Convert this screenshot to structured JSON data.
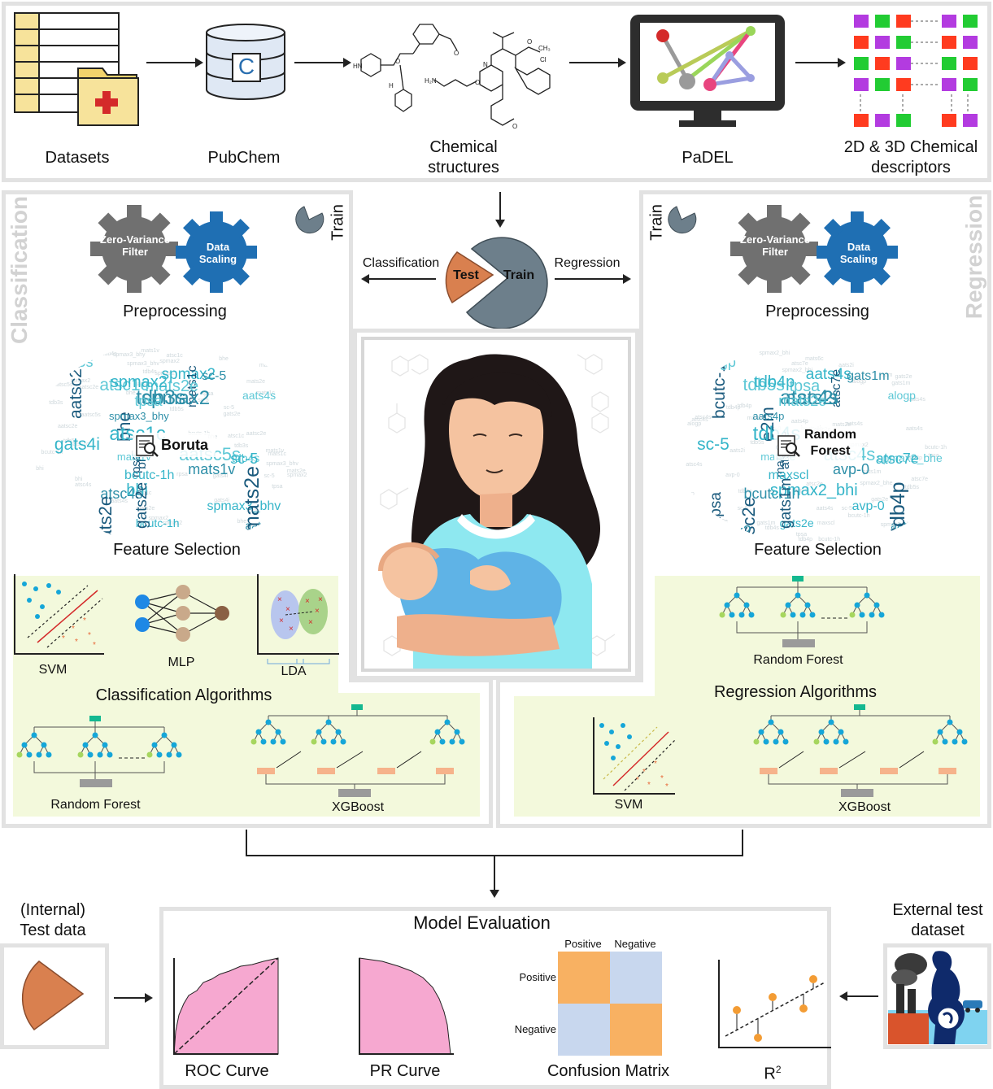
{
  "top": {
    "datasets": "Datasets",
    "pubchem": "PubChem",
    "pubchem_letter": "C",
    "chem_line1": "Chemical",
    "chem_line2": "structures",
    "padel": "PaDEL",
    "desc_line1": "2D & 3D Chemical",
    "desc_line2": "descriptors"
  },
  "split": {
    "classification": "Classification",
    "regression": "Regression",
    "test": "Test",
    "train": "Train"
  },
  "left": {
    "side_title": "Classification",
    "train": "Train",
    "gear1": "Zero-Variance Filter",
    "gear2": "Data Scaling",
    "preprocessing": "Preprocessing",
    "selector": "Boruta",
    "feature_selection": "Feature Selection",
    "svm": "SVM",
    "mlp": "MLP",
    "lda": "LDA",
    "algorithms": "Classification Algorithms",
    "rf": "Random Forest",
    "xgb": "XGBoost"
  },
  "right": {
    "side_title": "Regression",
    "train": "Train",
    "gear1": "Zero-Variance Filter",
    "gear2": "Data Scaling",
    "preprocessing": "Preprocessing",
    "selector_line1": "Random",
    "selector_line2": "Forest",
    "feature_selection": "Feature Selection",
    "rf": "Random Forest",
    "algorithms": "Regression Algorithms",
    "svm": "SVM",
    "xgb": "XGBoost"
  },
  "wordcloud_left": [
    "spmax2",
    "bhe",
    "tdb4s",
    "atsc4s",
    "gats4i",
    "mats1c",
    "mats2e",
    "aatsc2e",
    "bcutc-1h",
    "rpsa",
    "atsc1c",
    "tdb3s",
    "spmax2",
    "bhe",
    "aats4s",
    "spmax2",
    "bhi",
    "aatsc2e",
    "tdb5s",
    "mats1v",
    "atsc1c",
    "gats2e",
    "tpsa",
    "sc-5",
    "spmax3_bhv",
    "mats2e",
    "aatsc5s",
    "spmax3_bhy",
    "bcutc-1h",
    "gats2e",
    "mats1v",
    "tdb4s",
    "sc-5"
  ],
  "wordcloud_right": [
    "aats4s",
    "atsc2e",
    "spmax2_bhe",
    "bcutc-1h",
    "sc-5",
    "atsc7e",
    "tpsa",
    "aats4s",
    "gats2e",
    "mats6c",
    "tdb5s",
    "atsc4s",
    "tdb4p",
    "e2m",
    "alogp",
    "aats2i",
    "spmax2_bhi",
    "bcutc-1h",
    "alogp",
    "avp-0",
    "tdb4s",
    "gats1m",
    "mats2e",
    "gats1m",
    "avp-0",
    "tdb4p",
    "atsc4s",
    "aats4p",
    "maxscl",
    "atsc2e",
    "mats2e",
    "spmax2",
    "atsc7e",
    "tpsa"
  ],
  "evaluation": {
    "title": "Model Evaluation",
    "internal_line1": "(Internal)",
    "internal_line2": "Test data",
    "external_line1": "External test",
    "external_line2": "dataset",
    "roc": "ROC Curve",
    "pr": "PR Curve",
    "cm": "Confusion Matrix",
    "cm_pos": "Positive",
    "cm_neg": "Negative",
    "r2": "R",
    "r2_sup": "2"
  },
  "colors": {
    "gear_gray": "#707070",
    "gear_blue": "#1f6fb3",
    "tree_green": "#a6d65e",
    "tree_blue": "#15a6d8",
    "tree_root": "#14b890",
    "boost_orange": "#f6b38b",
    "pie_orange": "#d9804f",
    "pie_gray": "#6d7f8b",
    "roc_pink": "#f6a8d0",
    "cm_orange": "#f8b162",
    "cm_blue": "#c8d7ee",
    "panel_green": "#f3f9dc",
    "panel_border": "#e2e2e2",
    "word_teal": "#35b5c9",
    "word_dark": "#1a5a7d"
  }
}
